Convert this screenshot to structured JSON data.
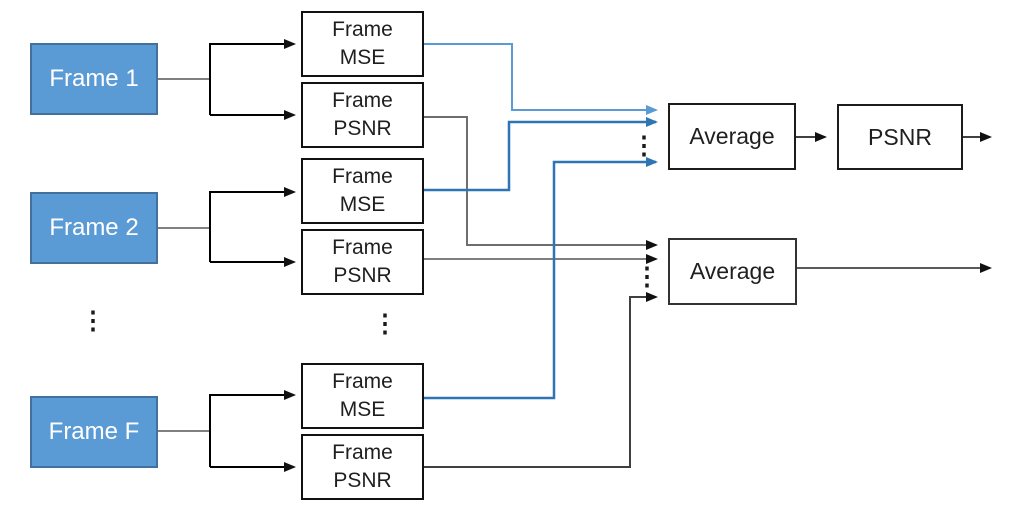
{
  "diagram": {
    "ellipsis": "⋮",
    "colors": {
      "frame_fill": "#5b9bd5",
      "frame_border": "#41719c",
      "process_box_border": "#111111",
      "blue_connector": "#2e75b6",
      "blue_connector_light": "#5b9bd5",
      "gray_connector": "#7f7f7f",
      "dark_connector": "#404040",
      "text_dark": "#1f1f1f",
      "text_on_frame": "#ffffff"
    },
    "frames": [
      {
        "label": "Frame 1"
      },
      {
        "label": "Frame 2"
      },
      {
        "label": "Frame F"
      }
    ],
    "metrics": [
      {
        "line1": "Frame",
        "line2": "MSE"
      },
      {
        "line1": "Frame",
        "line2": "PSNR"
      },
      {
        "line1": "Frame",
        "line2": "MSE"
      },
      {
        "line1": "Frame",
        "line2": "PSNR"
      },
      {
        "line1": "Frame",
        "line2": "MSE"
      },
      {
        "line1": "Frame",
        "line2": "PSNR"
      }
    ],
    "aggregators": [
      {
        "label": "Average"
      },
      {
        "label": "Average"
      }
    ],
    "output_box": {
      "label": "PSNR"
    }
  }
}
